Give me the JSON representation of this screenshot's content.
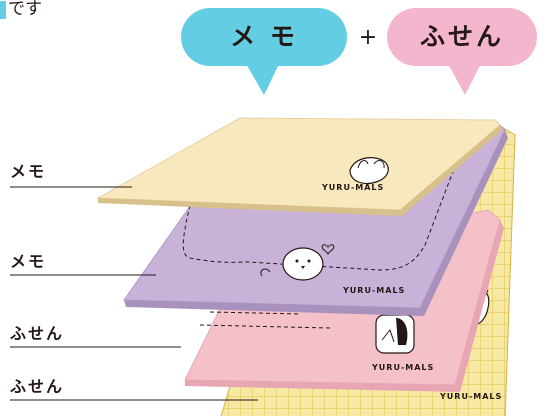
{
  "caption": {
    "text": "です"
  },
  "bubbles": {
    "left": {
      "text": "メ モ",
      "color": "#63cde3",
      "text_color": "#231815"
    },
    "plus": "+",
    "right": {
      "text": "ふせん",
      "color": "#f4b6cf",
      "text_color": "#231815"
    }
  },
  "layers": [
    {
      "label": "メモ",
      "color": "#f8e8bd",
      "edge": "#e6d2a2"
    },
    {
      "label": "メモ",
      "color": "#c8b2d7",
      "edge": "#a891bd"
    },
    {
      "label": "ふせん",
      "color": "#f4c1c9",
      "edge": "#e3a7b2"
    },
    {
      "label": "ふせん",
      "color": "#f6e9a4",
      "grid": "#e6c24a"
    }
  ],
  "brand_text": "YURU-MALS",
  "colors": {
    "line": "#231815",
    "background": "#ffffff"
  }
}
